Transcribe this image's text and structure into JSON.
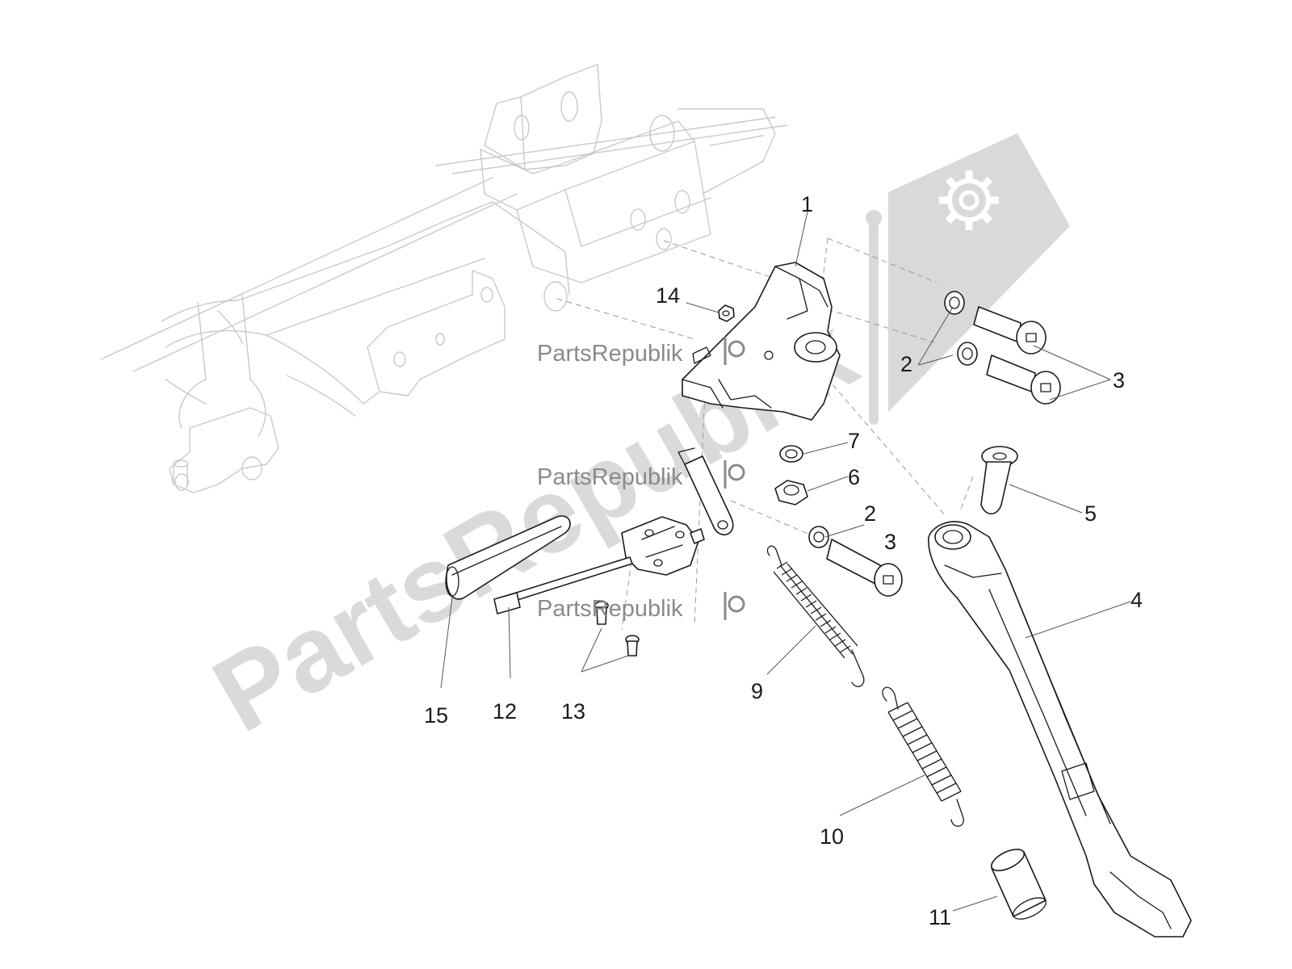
{
  "watermark": {
    "large_text": "PartsRepublik",
    "small_text": "PartsRepublik",
    "color": "#d0d0d0"
  },
  "callouts": [
    {
      "id": "1",
      "label": "1"
    },
    {
      "id": "2a",
      "label": "2"
    },
    {
      "id": "2b",
      "label": "2"
    },
    {
      "id": "3a",
      "label": "3"
    },
    {
      "id": "3b",
      "label": "3"
    },
    {
      "id": "4",
      "label": "4"
    },
    {
      "id": "5",
      "label": "5"
    },
    {
      "id": "6",
      "label": "6"
    },
    {
      "id": "7",
      "label": "7"
    },
    {
      "id": "9",
      "label": "9"
    },
    {
      "id": "10",
      "label": "10"
    },
    {
      "id": "11",
      "label": "11"
    },
    {
      "id": "12",
      "label": "12"
    },
    {
      "id": "13",
      "label": "13"
    },
    {
      "id": "14",
      "label": "14"
    },
    {
      "id": "15",
      "label": "15"
    }
  ]
}
